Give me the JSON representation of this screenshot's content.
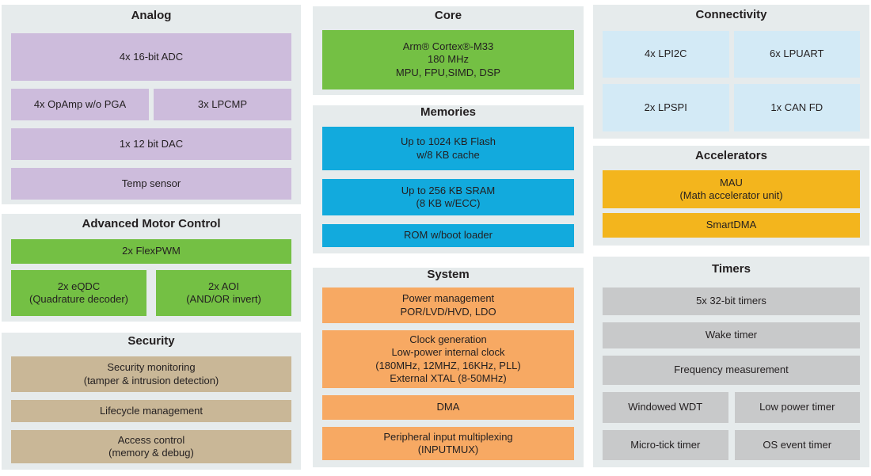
{
  "colors": {
    "background": "#ffffff",
    "panel_bg": "#e6ebec",
    "text": "#231f20",
    "purple": "#cdbcdc",
    "green": "#74c044",
    "tan": "#c9b797",
    "blue": "#12aadd",
    "orange": "#f7a963",
    "light_blue": "#d3eaf6",
    "amber": "#f3b51d",
    "gray": "#c8c9ca"
  },
  "diagram": {
    "sections": {
      "analog": {
        "title": "Analog",
        "blocks": [
          "4x 16-bit ADC",
          "4x OpAmp w/o PGA",
          "3x LPCMP",
          "1x 12 bit DAC",
          "Temp sensor"
        ]
      },
      "motor": {
        "title": "Advanced Motor Control",
        "blocks": [
          "2x FlexPWM",
          "2x eQDC\n(Quadrature decoder)",
          "2x AOI\n(AND/OR invert)"
        ]
      },
      "security": {
        "title": "Security",
        "blocks": [
          "Security monitoring\n(tamper & intrusion detection)",
          "Lifecycle management",
          "Access control\n(memory & debug)"
        ]
      },
      "core": {
        "title": "Core",
        "blocks": [
          "Arm® Cortex®-M33\n180 MHz\nMPU, FPU,SIMD, DSP"
        ]
      },
      "memories": {
        "title": "Memories",
        "blocks": [
          "Up to 1024 KB Flash\nw/8 KB cache",
          "Up to 256 KB SRAM\n(8 KB w/ECC)",
          "ROM w/boot loader"
        ]
      },
      "system": {
        "title": "System",
        "blocks": [
          "Power management\nPOR/LVD/HVD, LDO",
          "Clock generation\nLow-power internal clock\n(180MHz, 12MHZ, 16KHz, PLL)\nExternal XTAL (8-50MHz)",
          "DMA",
          "Peripheral input multiplexing\n(INPUTMUX)"
        ]
      },
      "connectivity": {
        "title": "Connectivity",
        "blocks": [
          "4x LPI2C",
          "6x LPUART",
          "2x LPSPI",
          "1x CAN FD"
        ]
      },
      "accelerators": {
        "title": "Accelerators",
        "blocks": [
          "MAU\n(Math accelerator unit)",
          "SmartDMA"
        ]
      },
      "timers": {
        "title": "Timers",
        "blocks": [
          "5x 32-bit timers",
          "Wake timer",
          "Frequency measurement",
          "Windowed WDT",
          "Low power timer",
          "Micro-tick timer",
          "OS event timer"
        ]
      }
    }
  }
}
